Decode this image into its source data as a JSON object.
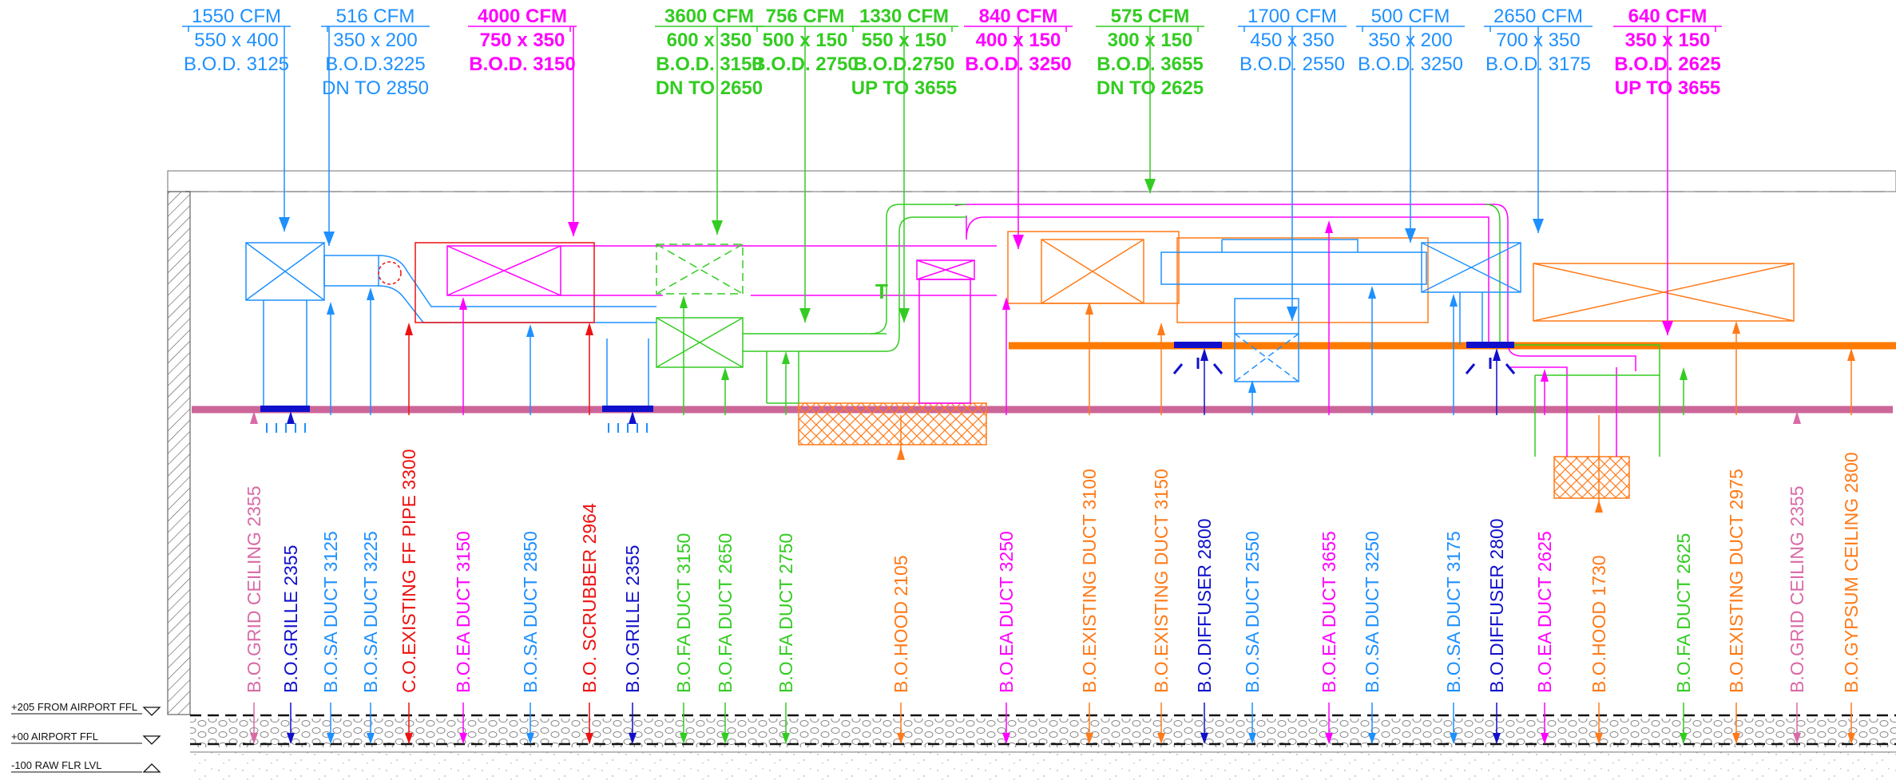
{
  "colors": {
    "sa": "#1e90ff",
    "ea": "#ff00ff",
    "fa": "#33cc22",
    "ex": "#ff7a18",
    "grille": "#1010cc",
    "red": "#ee1111",
    "grid": "#d96aa6",
    "ceiling_line": "#cc6699",
    "orange_line": "#ff7a00",
    "black": "#111111"
  },
  "top_labels": [
    {
      "lines": [
        "1550 CFM",
        "550 x 400",
        "B.O.D. 3125"
      ],
      "color": "sa",
      "bold": false
    },
    {
      "lines": [
        "516 CFM",
        "350 x 200",
        "B.O.D.3225",
        "DN TO 2850"
      ],
      "color": "sa",
      "bold": false
    },
    {
      "lines": [
        "4000 CFM",
        "750 x 350",
        "B.O.D. 3150"
      ],
      "color": "ea",
      "bold": true
    },
    {
      "lines": [
        "3600 CFM",
        "600 x 350",
        "B.O.D. 3150",
        "DN TO 2650"
      ],
      "color": "fa",
      "bold": true
    },
    {
      "lines": [
        "756 CFM",
        "500 x 150",
        "B.O.D. 2750"
      ],
      "color": "fa",
      "bold": true
    },
    {
      "lines": [
        "1330 CFM",
        "550 x 150",
        "B.O.D.2750",
        "UP TO 3655"
      ],
      "color": "fa",
      "bold": true
    },
    {
      "lines": [
        "840 CFM",
        "400 x 150",
        "B.O.D. 3250"
      ],
      "color": "ea",
      "bold": true
    },
    {
      "lines": [
        "575 CFM",
        "300 x 150",
        "B.O.D. 3655",
        "DN TO 2625"
      ],
      "color": "fa",
      "bold": true
    },
    {
      "lines": [
        "1700 CFM",
        "450 x 350",
        "B.O.D. 2550"
      ],
      "color": "sa",
      "bold": false
    },
    {
      "lines": [
        "500 CFM",
        "350 x 200",
        "B.O.D. 3250"
      ],
      "color": "sa",
      "bold": false
    },
    {
      "lines": [
        "2650 CFM",
        "700 x 350",
        "B.O.D. 3175"
      ],
      "color": "sa",
      "bold": false
    },
    {
      "lines": [
        "640 CFM",
        "350 x 150",
        "B.O.D. 2625",
        "UP TO 3655"
      ],
      "color": "ea",
      "bold": true
    }
  ],
  "bottom_labels": [
    {
      "text": "B.O.GRID CEILING  2355",
      "color": "grid"
    },
    {
      "text": "B.O.GRILLE 2355",
      "color": "grille"
    },
    {
      "text": "B.O.SA DUCT 3125",
      "color": "sa"
    },
    {
      "text": "B.O.SA DUCT 3225",
      "color": "sa"
    },
    {
      "text": "C.O.EXISTING FF PIPE 3300",
      "color": "red"
    },
    {
      "text": "B.O.EA DUCT 3150",
      "color": "ea"
    },
    {
      "text": "B.O.SA DUCT 2850",
      "color": "sa"
    },
    {
      "text": "B.O. SCRUBBER 2964",
      "color": "red"
    },
    {
      "text": "B.O.GRILLE 2355",
      "color": "grille"
    },
    {
      "text": "B.O.FA DUCT 3150",
      "color": "fa"
    },
    {
      "text": "B.O.FA DUCT 2650",
      "color": "fa"
    },
    {
      "text": "B.O.FA DUCT 2750",
      "color": "fa"
    },
    {
      "text": "B.O.HOOD 2105",
      "color": "ex"
    },
    {
      "text": "B.O.EA DUCT 3250",
      "color": "ea"
    },
    {
      "text": "B.O.EXISTING DUCT 3100",
      "color": "ex"
    },
    {
      "text": "B.O.EXISTING DUCT 3150",
      "color": "ex"
    },
    {
      "text": "B.O.DIFFUSER 2800",
      "color": "grille"
    },
    {
      "text": "B.O.SA DUCT 2550",
      "color": "sa"
    },
    {
      "text": "B.O.EA DUCT 3655",
      "color": "ea"
    },
    {
      "text": "B.O.SA DUCT 3250",
      "color": "sa"
    },
    {
      "text": "B.O.SA DUCT 3175",
      "color": "sa"
    },
    {
      "text": "B.O.DIFFUSER 2800",
      "color": "grille"
    },
    {
      "text": "B.O.EA DUCT 2625",
      "color": "ea"
    },
    {
      "text": "B.O.HOOD 1730",
      "color": "ex"
    },
    {
      "text": "B.O.FA DUCT 2625",
      "color": "fa"
    },
    {
      "text": "B.O.EXISTING DUCT 2975",
      "color": "ex"
    },
    {
      "text": "B.O.GRID CEILING  2355",
      "color": "grid"
    },
    {
      "text": "B.O.GYPSUM CEILING 2800",
      "color": "ex"
    }
  ],
  "level_labels": {
    "l205": "+205 FROM AIRPORT FFL",
    "l00": "+00 AIRPORT FFL",
    "l100": "-100 RAW FLR LVL"
  },
  "tag_t": "T"
}
